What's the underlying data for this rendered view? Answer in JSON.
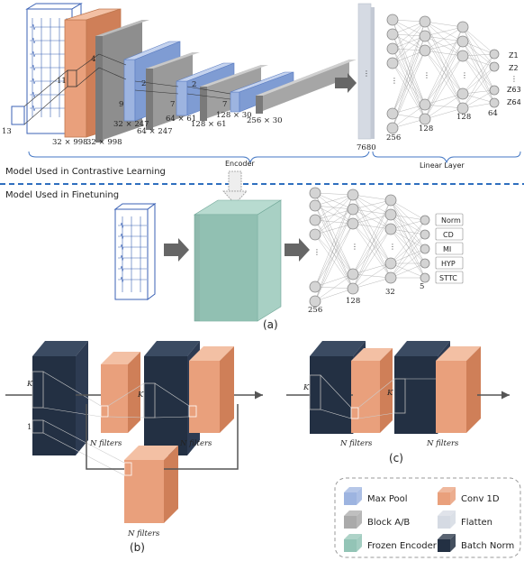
{
  "colors": {
    "conv": "#e9a07c",
    "block": "#aaaaaa",
    "maxpool": "#9db4e0",
    "batchnorm": "#233043",
    "frozen": "#93c4b6",
    "flatten": "#d5dae3",
    "dash": "#2f6fbf"
  },
  "encoder": {
    "dims": [
      "32 × 998",
      "32 × 998",
      "32 × 247",
      "64 × 247",
      "64 × 61",
      "128 × 61",
      "128 × 30",
      "256 × 30"
    ],
    "kernels": [
      "11",
      "13",
      "4",
      "9",
      "2",
      "7",
      "2",
      "7"
    ],
    "flatten_size": "7680",
    "encoder_label": "Encoder",
    "linear_label": "Linear Layer",
    "mlp_sizes": [
      "256",
      "128",
      "128",
      "64"
    ],
    "outputs": [
      "Z1",
      "Z2",
      "⋮",
      "Z63",
      "Z64"
    ]
  },
  "sections": {
    "contrastive": "Model Used in Contrastive Learning",
    "finetune": "Model Used in  Finetuning"
  },
  "finetune": {
    "mlp_sizes": [
      "256",
      "128",
      "32",
      "5"
    ],
    "classes": [
      "Norm",
      "CD",
      "MI",
      "HYP",
      "STTC"
    ]
  },
  "captions": {
    "a": "(a)",
    "b": "(b)",
    "c": "(c)"
  },
  "blocks": {
    "k": "K",
    "one": "1",
    "filters": "N filters"
  },
  "legend": [
    {
      "label": "Max Pool",
      "color": "#9db4e0"
    },
    {
      "label": "Conv 1D",
      "color": "#e9a07c"
    },
    {
      "label": "Block A/B",
      "color": "#aaaaaa"
    },
    {
      "label": "Flatten",
      "color": "#d5dae3"
    },
    {
      "label": "Frozen Encoder",
      "color": "#93c4b6"
    },
    {
      "label": "Batch Norm",
      "color": "#233043"
    }
  ]
}
